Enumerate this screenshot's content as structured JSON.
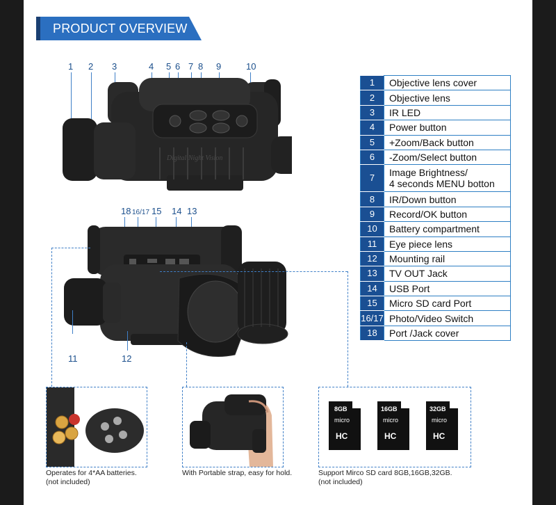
{
  "header": {
    "title": "PRODUCT OVERVIEW"
  },
  "top_callouts": [
    {
      "label": "1"
    },
    {
      "label": "2"
    },
    {
      "label": "3"
    },
    {
      "label": "4"
    },
    {
      "label": "5"
    },
    {
      "label": "6"
    },
    {
      "label": "7"
    },
    {
      "label": "8"
    },
    {
      "label": "9"
    },
    {
      "label": "10"
    }
  ],
  "mid_callouts": [
    {
      "label": "18"
    },
    {
      "label": "16/17"
    },
    {
      "label": "15"
    },
    {
      "label": "14"
    },
    {
      "label": "13"
    }
  ],
  "bottom_callouts": [
    {
      "label": "11"
    },
    {
      "label": "12"
    }
  ],
  "device_text": {
    "side_name": "Digital Night Vision"
  },
  "sd_cards": [
    {
      "size": "8GB",
      "brand": "micro",
      "type": "HC"
    },
    {
      "size": "16GB",
      "brand": "micro",
      "type": "HC"
    },
    {
      "size": "32GB",
      "brand": "micro",
      "type": "HC"
    }
  ],
  "parts": [
    {
      "num": "1",
      "label": "Objective lens cover"
    },
    {
      "num": "2",
      "label": "Objective lens"
    },
    {
      "num": "3",
      "label": "IR LED"
    },
    {
      "num": "4",
      "label": "Power button"
    },
    {
      "num": "5",
      "label": "+Zoom/Back button"
    },
    {
      "num": "6",
      "label": "-Zoom/Select button"
    },
    {
      "num": "7",
      "label": "Image Brightness/",
      "label2": "4 seconds MENU botton"
    },
    {
      "num": "8",
      "label": "IR/Down button"
    },
    {
      "num": "9",
      "label": "Record/OK button"
    },
    {
      "num": "10",
      "label": "Battery compartment"
    },
    {
      "num": "11",
      "label": "Eye piece lens"
    },
    {
      "num": "12",
      "label": "Mounting rail"
    },
    {
      "num": "13",
      "label": "TV OUT Jack"
    },
    {
      "num": "14",
      "label": "USB Port"
    },
    {
      "num": "15",
      "label": "Micro SD card Port"
    },
    {
      "num": "16/17",
      "label": "Photo/Video Switch"
    },
    {
      "num": "18",
      "label": "Port /Jack cover"
    }
  ],
  "captions": {
    "batteries_line1": "Operates for  4*AA batteries.",
    "batteries_line2": "(not included)",
    "strap": "With Portable strap, easy for hold.",
    "sd_line1": "Support  Mirco SD card 8GB,16GB,32GB.",
    "sd_line2": "(not included)"
  },
  "colors": {
    "accent": "#1a4f93",
    "banner": "#2b6fc0",
    "border": "#2e7fc4"
  }
}
